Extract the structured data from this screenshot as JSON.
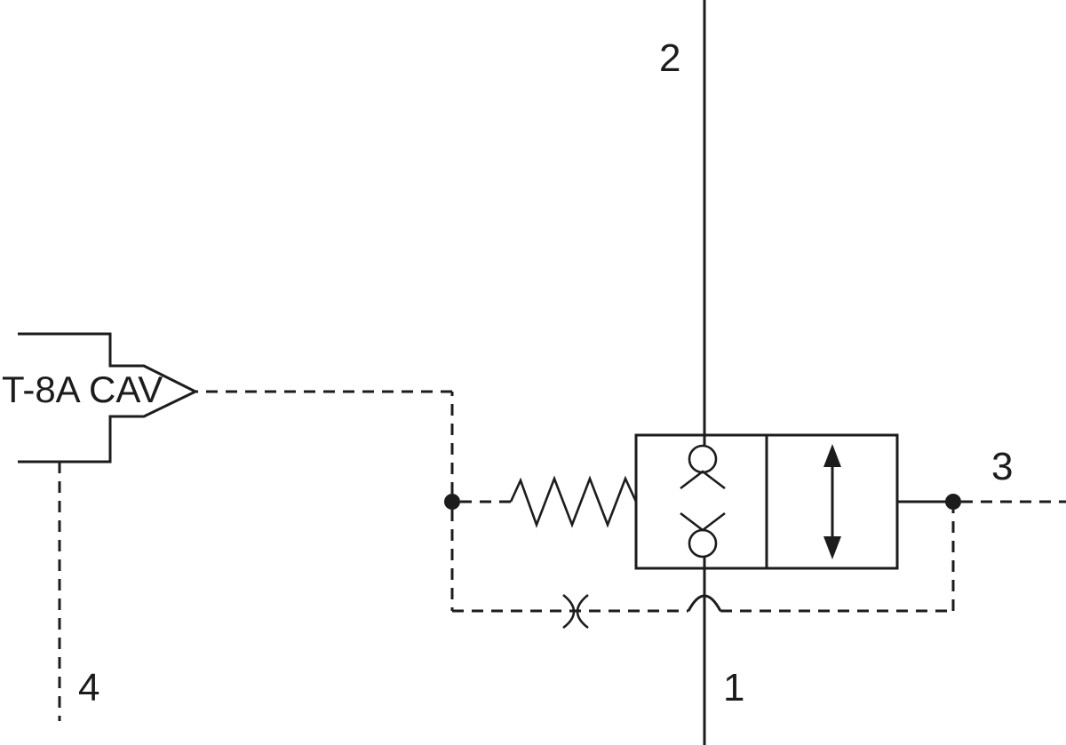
{
  "diagram": {
    "type": "hydraulic-valve-schematic",
    "cavity_label": "T-8A CAV",
    "port_labels": {
      "p1": "1",
      "p2": "2",
      "p3": "3",
      "p4": "4"
    },
    "colors": {
      "line": "#1c1c1c",
      "background": "#ffffff"
    },
    "symbol_names": [
      "dual-check-valve-cell",
      "flow-direction-arrow-cell",
      "return-spring",
      "fixed-orifice",
      "pilot-line-dashed",
      "cavity-callout",
      "junction-dot",
      "line-hop"
    ]
  }
}
